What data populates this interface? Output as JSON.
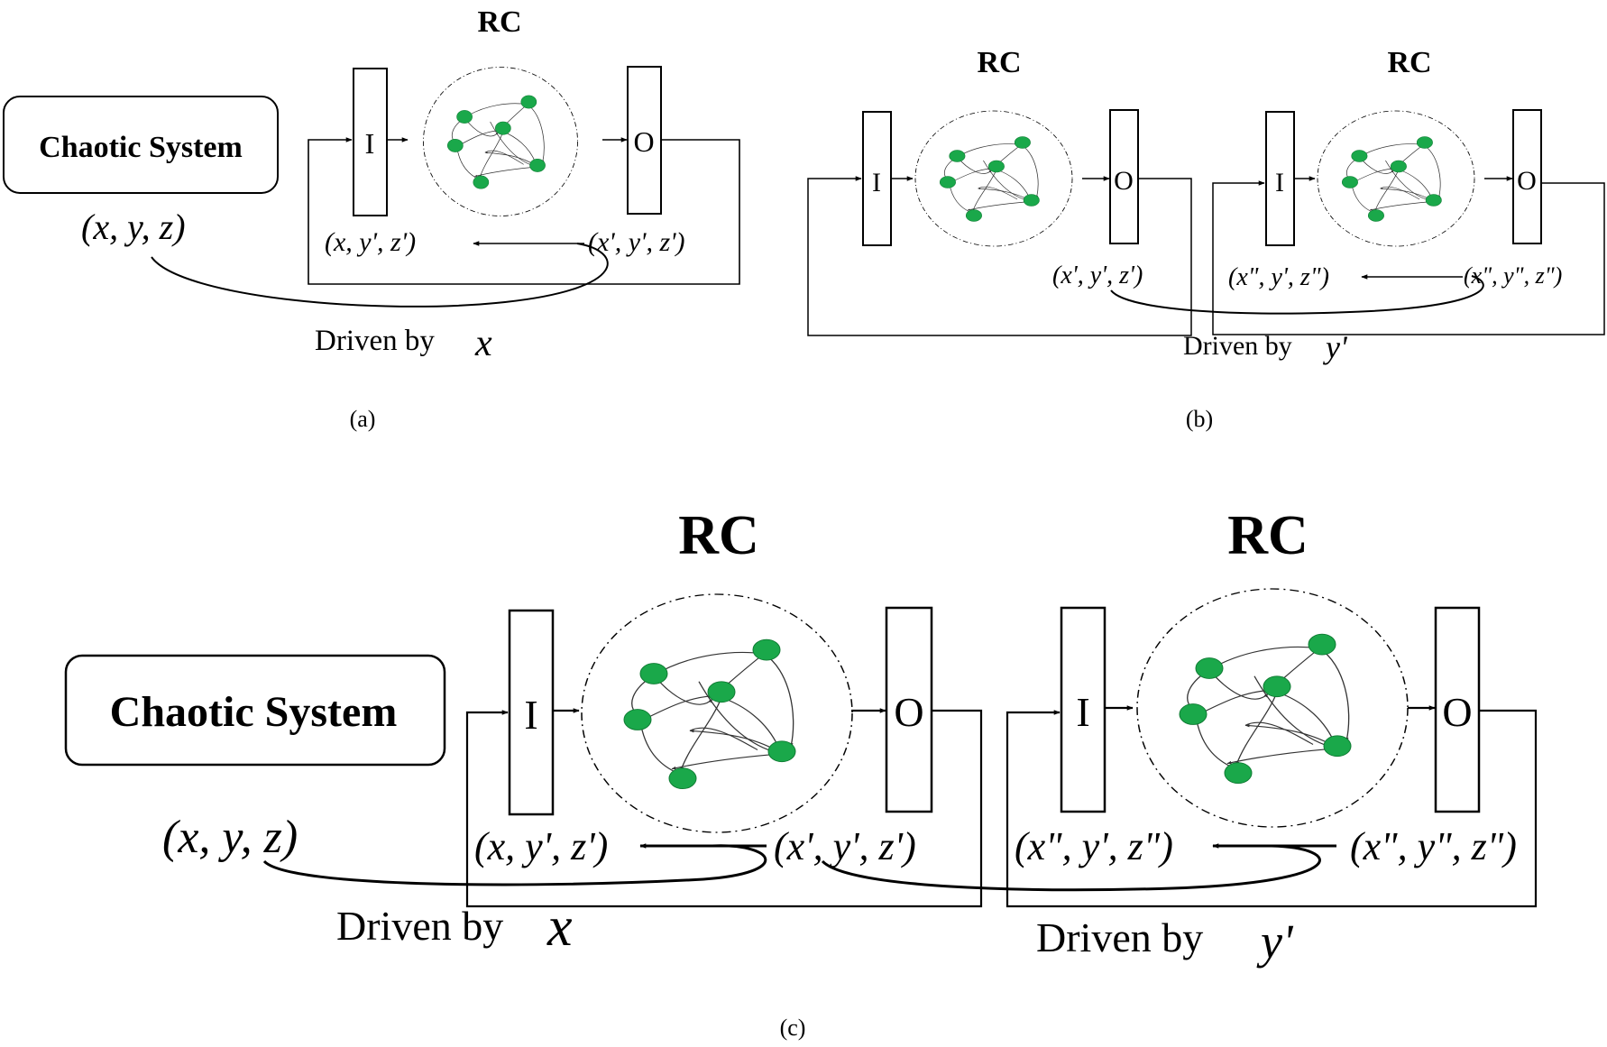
{
  "labels": {
    "rc": "RC",
    "input": "I",
    "output": "O",
    "chaotic_system": "Chaotic System",
    "xyz": "(x, y, z)",
    "x_yp_zp": "(x, y', z')",
    "xp_yp_zp": "(x', y', z')",
    "xpp_yp_zpp": "(x\", y', z\")",
    "xpp_ypp_zpp": "(x\", y\", z\")",
    "driven_by": "Driven by",
    "var_x": "x",
    "var_yp": "y'"
  },
  "captions": {
    "a": "(a)",
    "b": "(b)",
    "c": "(c)"
  },
  "colors": {
    "node_fill": "#1aa84a",
    "node_stroke": "#0e7a32",
    "line": "#000000"
  }
}
